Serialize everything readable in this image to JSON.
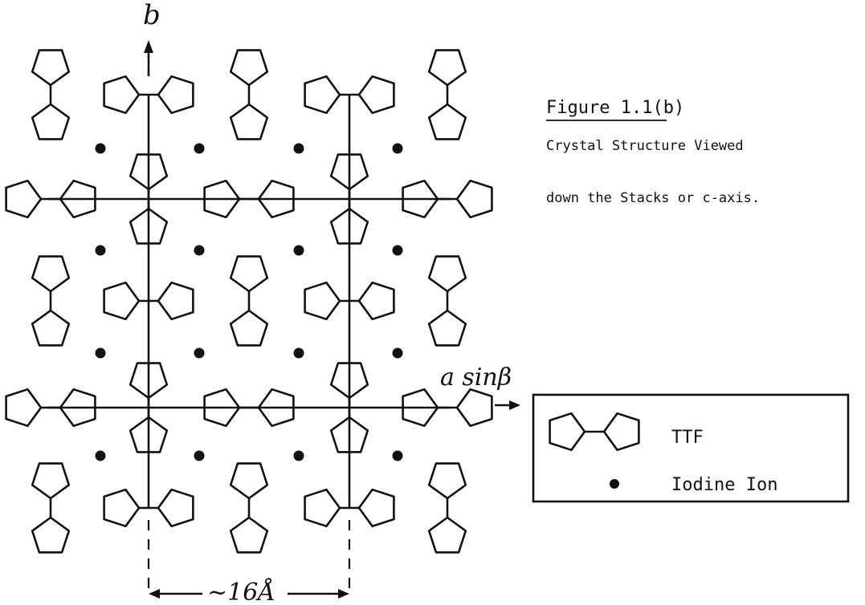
{
  "figure": {
    "title": "Figure 1.1(b)",
    "caption_lines": [
      "Crystal Structure Viewed",
      "down the Stacks or c-axis."
    ]
  },
  "axes": {
    "b_label": "b",
    "a_label": "a sinβ",
    "spacing_label": "~16Å"
  },
  "legend": {
    "items": [
      {
        "symbol": "ttf-molecule-icon",
        "label": "TTF"
      },
      {
        "symbol": "iodine-dot-icon",
        "label": "Iodine Ion"
      }
    ]
  },
  "colors": {
    "ink": "#111111",
    "background": "#ffffff"
  }
}
